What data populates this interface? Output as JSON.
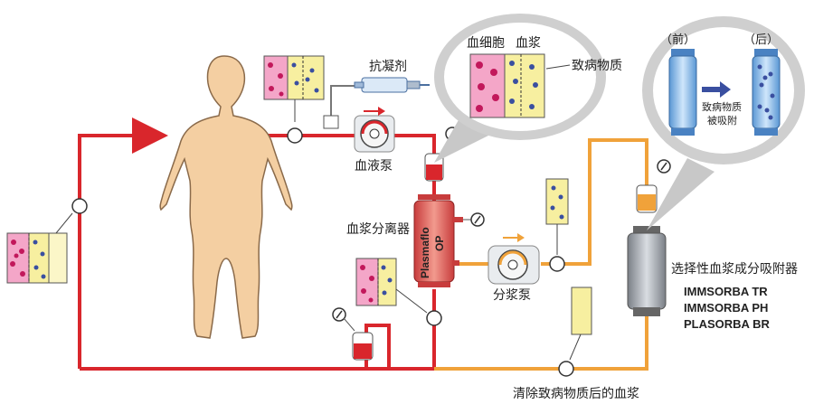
{
  "labels": {
    "anticoagulant": "抗凝剂",
    "blood_pump": "血液泵",
    "plasma_separator": "血浆分离器",
    "plasma_pump": "分浆泵",
    "blood_cells": "血细胞",
    "plasma": "血浆",
    "pathogenic_substance": "致病物质",
    "before": "（前）",
    "after": "（后）",
    "adsorbed_line1": "致病物质",
    "adsorbed_line2": "被吸附",
    "adsorber_title": "选择性血浆成分吸附器",
    "adsorber_model1": "IMMSORBA TR",
    "adsorber_model2": "IMMSORBA PH",
    "adsorber_model3": "PLASORBA BR",
    "cleaned_plasma": "清除致病物质后的血浆",
    "separator_brand_line1": "Plasmaflo",
    "separator_brand_line2": "OP"
  },
  "colors": {
    "blood_line": "#d9262c",
    "plasma_line": "#f0a23a",
    "blood_cell_pink": "#f4a6c8",
    "plasma_yellow": "#f7efa0",
    "body_skin": "#f4cfa2",
    "adsorber_blue": "#7fb6e6",
    "separator_red": "#e86a6a"
  },
  "icons": [
    "pressure-gauge-icon",
    "flow-arrow-icon",
    "roller-pump-icon",
    "syringe-icon",
    "sampling-port-icon",
    "drip-chamber-icon"
  ]
}
